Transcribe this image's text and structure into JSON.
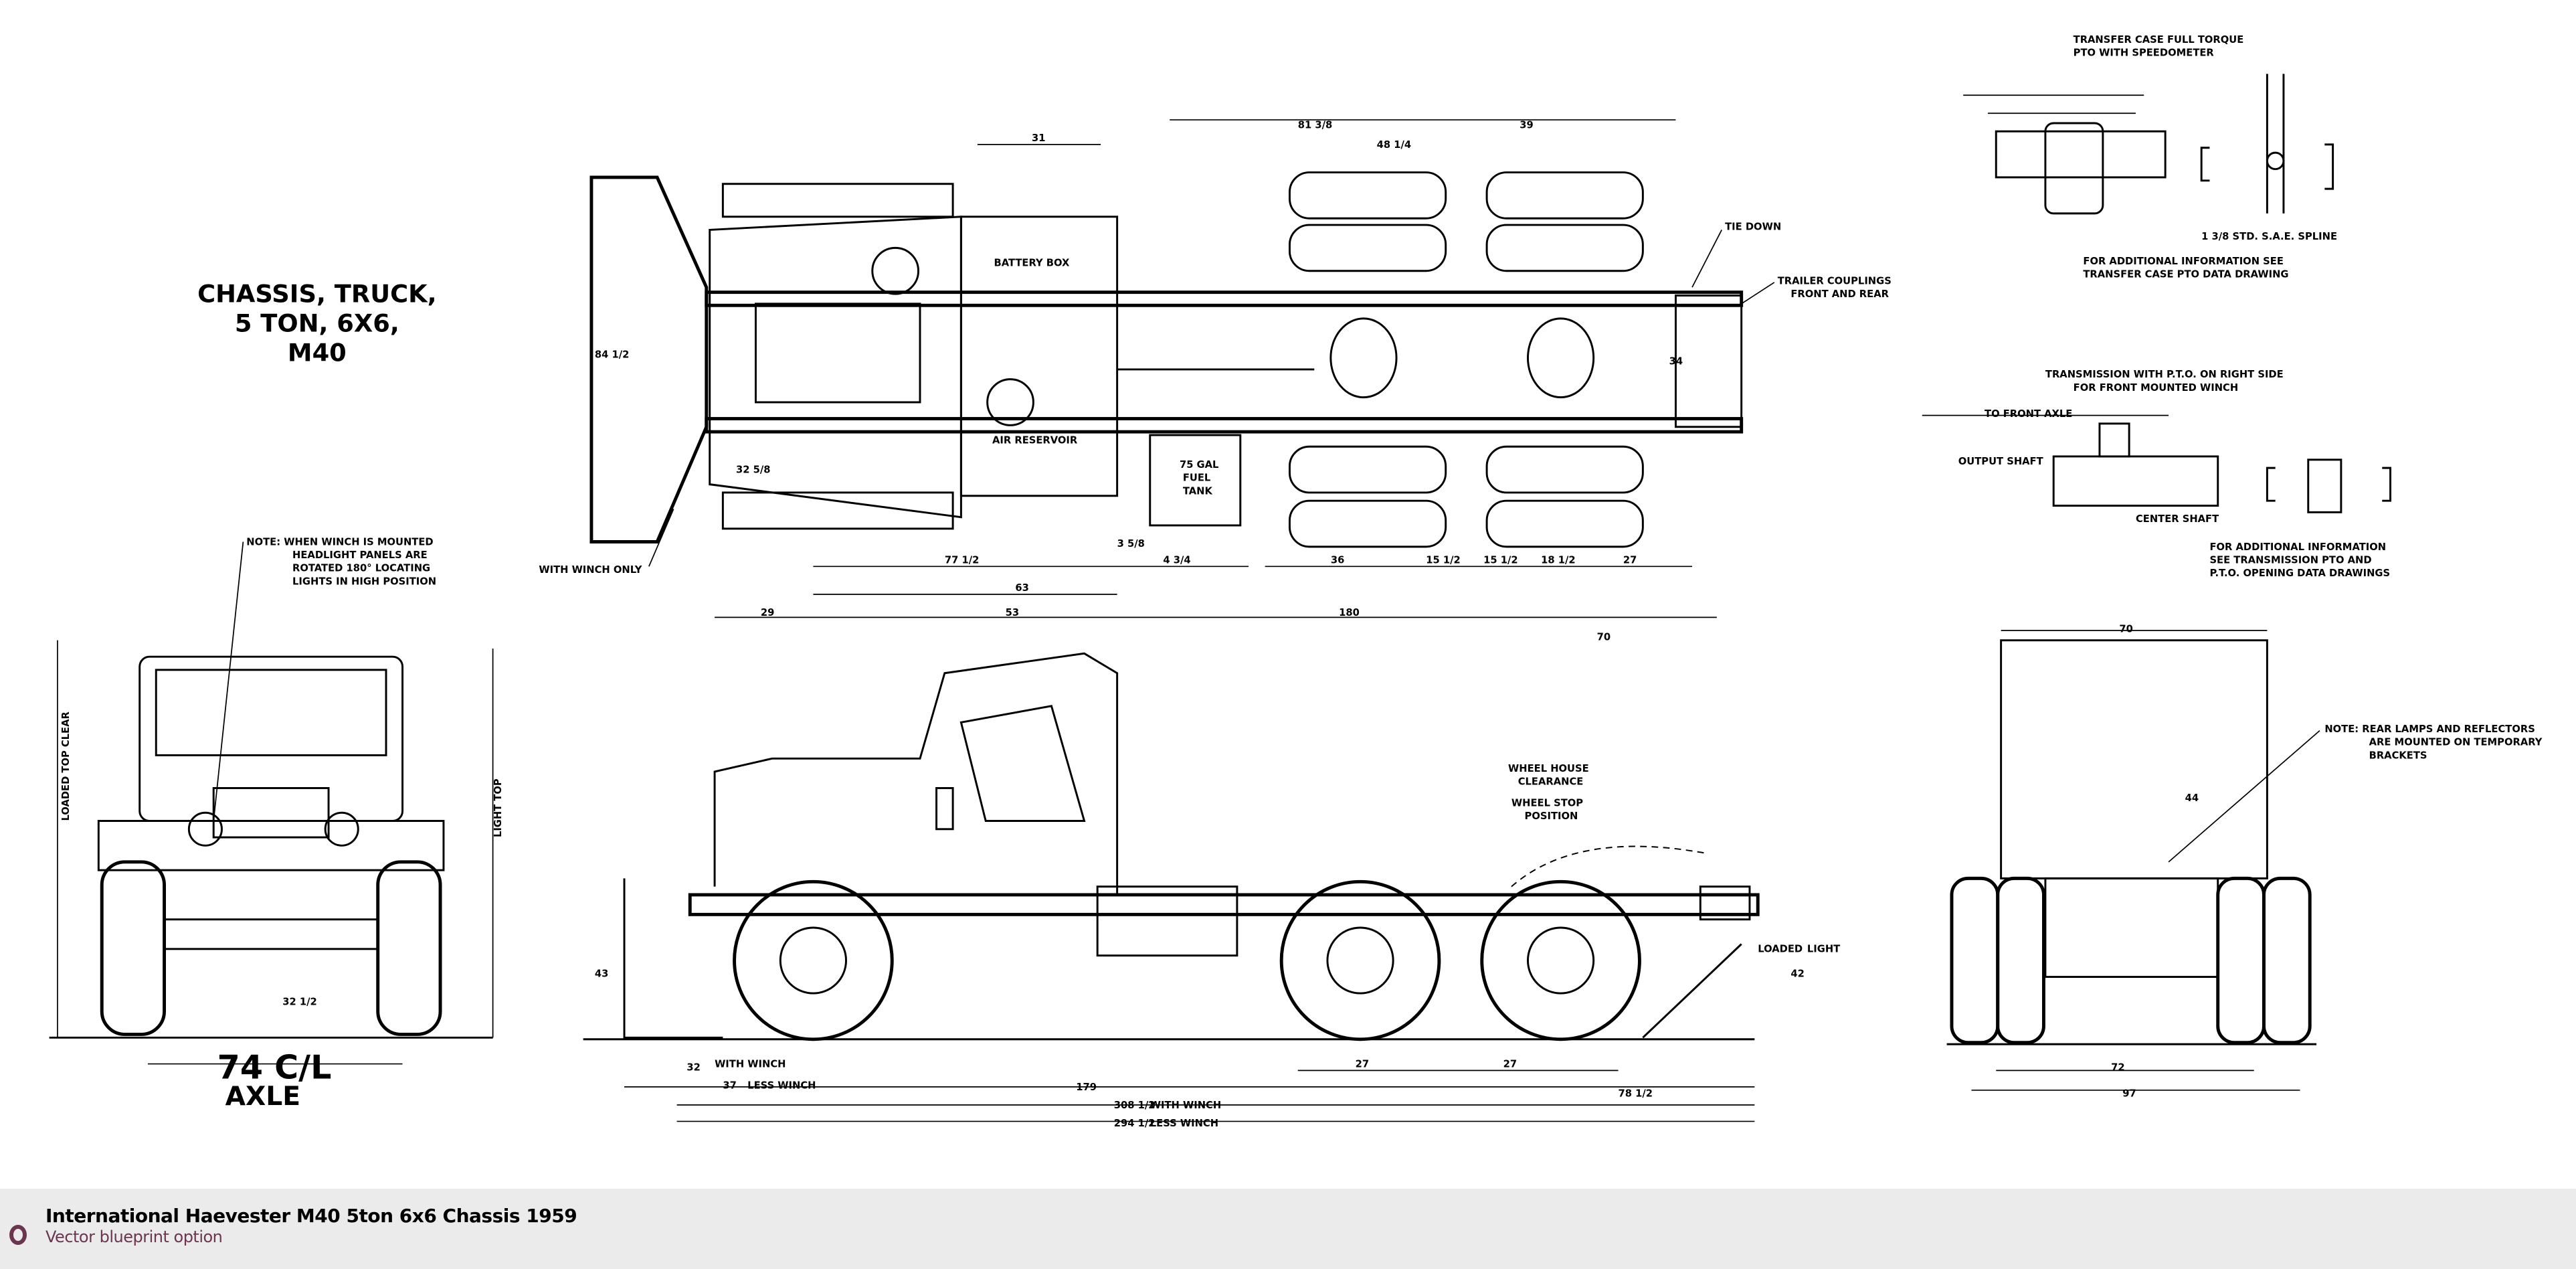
{
  "title": {
    "line1": "CHASSIS, TRUCK,",
    "line2": "5 TON, 6X6,",
    "line3": "M40"
  },
  "labels": {
    "battery_box": "BATTERY BOX",
    "tie_down": "TIE DOWN",
    "trailer_couplings_1": "TRAILER COUPLINGS",
    "trailer_couplings_2": "FRONT AND REAR",
    "with_winch_only": "WITH WINCH ONLY",
    "fuel_tank_1": "75 GAL",
    "fuel_tank_2": "FUEL",
    "fuel_tank_3": "TANK",
    "air_reservoir": "AIR RESERVOIR",
    "wheel_house_1": "WHEEL HOUSE",
    "wheel_house_2": "CLEARANCE",
    "wheel_stop_1": "WHEEL STOP",
    "wheel_stop_2": "POSITION",
    "front_note": [
      "NOTE: WHEN WINCH IS MOUNTED",
      "HEADLIGHT PANELS ARE",
      "ROTATED 180° LOCATING",
      "LIGHTS IN HIGH POSITION"
    ],
    "rear_note": [
      "NOTE: REAR LAMPS AND REFLECTORS",
      "ARE MOUNTED ON TEMPORARY",
      "BRACKETS"
    ],
    "axle_1": "74 C/L",
    "axle_2": "AXLE",
    "transfer_note_top": [
      "TRANSFER CASE FULL TORQUE",
      "PTO WITH SPEEDOMETER"
    ],
    "transfer_note_bottom": [
      "FOR ADDITIONAL INFORMATION SEE",
      "TRANSFER CASE PTO DATA DRAWING"
    ],
    "sae_spline": "1 3/8 STD. S.A.E. SPLINE",
    "transmission_title": [
      "TRANSMISSION WITH P.T.O. ON RIGHT SIDE",
      "FOR FRONT MOUNTED WINCH"
    ],
    "transmission_note": [
      "FOR ADDITIONAL INFORMATION",
      "SEE TRANSMISSION PTO AND",
      "P.T.O. OPENING DATA DRAWINGS"
    ],
    "output_shaft": "OUTPUT SHAFT",
    "center_shaft": "CENTER SHAFT",
    "front_axle": "TO FRONT AXLE",
    "with_winch": "WITH WINCH",
    "less_winch": "LESS WINCH",
    "light_loaded": "LOADED",
    "light": "LIGHT",
    "light_top": "LIGHT TOP",
    "loaded_top": "LOADED TOP CLEAR"
  },
  "dims": {
    "top": [
      "31",
      "81 3/8",
      "39",
      "48 1/4",
      "34",
      "77 1/2",
      "63",
      "4 3/4",
      "36",
      "15 1/2",
      "15 1/2",
      "18 1/2",
      "27",
      "3 5/8",
      "84 1/2",
      "32 5/8"
    ],
    "side": [
      "29",
      "53",
      "180",
      "70",
      "27",
      "27",
      "32",
      "37",
      "179",
      "78 1/2",
      "308 1/2",
      "294 1/2",
      "43",
      "42"
    ],
    "front": [
      "32 1/2"
    ],
    "rear": [
      "70",
      "72",
      "97",
      "44"
    ]
  },
  "footer": {
    "title": "International Haevester M40 5ton 6x6 Chassis 1959",
    "subtitle": "Vector blueprint option"
  }
}
